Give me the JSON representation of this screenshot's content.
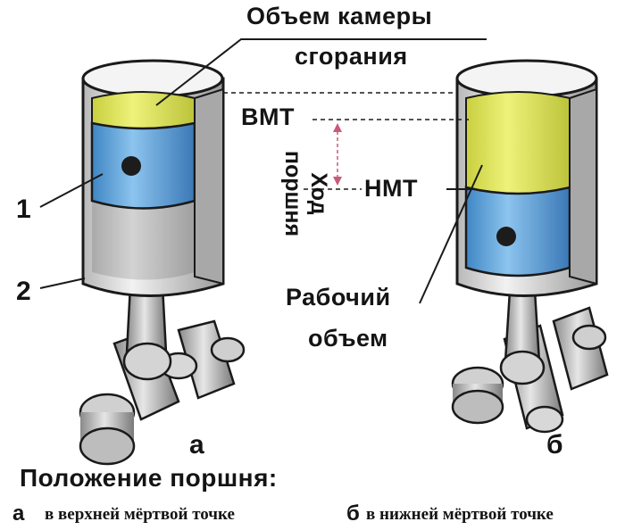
{
  "labels": {
    "chamber_line1": "Объем камеры",
    "chamber_line2": "сгорания",
    "tdc": "ВМТ",
    "bdc": "НМТ",
    "stroke_line1": "Ход",
    "stroke_line2": "поршня",
    "working_line1": "Рабочий",
    "working_line2": "объем",
    "part_1": "1",
    "part_2": "2",
    "fig_a": "а",
    "fig_b": "б"
  },
  "caption": {
    "title": "Положение поршня:",
    "a_letter": "а",
    "a_text": "в верхней мёртвой точке",
    "b_letter": "б",
    "b_text": "в нижней мёртвой точке"
  },
  "colors": {
    "piston_blue": "#5fa6dc",
    "chamber_yellow": "#dbe35a",
    "cylinder_white": "#e8e8e8",
    "outline": "#1a1a1a",
    "arrow_pink": "#c85a7a"
  }
}
